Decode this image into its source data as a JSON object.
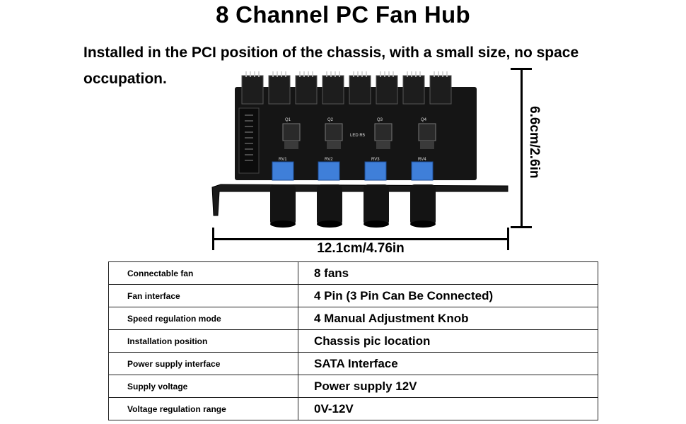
{
  "header": {
    "title": "8 Channel PC Fan Hub",
    "subtitle": "Installed in the PCI position of the chassis, with a small size, no space occupation."
  },
  "dimensions": {
    "width_label": "12.1cm/4.76in",
    "height_label": "6.6cm/2.6in"
  },
  "board": {
    "regulator_labels": [
      "Q1",
      "Q2",
      "Q3",
      "Q4"
    ],
    "pot_labels": [
      "RV1",
      "RV2",
      "RV3",
      "RV4"
    ],
    "led_label": "LED R5"
  },
  "specs": [
    {
      "label": "Connectable fan",
      "value": "8 fans"
    },
    {
      "label": "Fan interface",
      "value": "4 Pin (3 Pin Can Be Connected)"
    },
    {
      "label": "Speed regulation mode",
      "value": "4 Manual Adjustment Knob"
    },
    {
      "label": "Installation position",
      "value": "Chassis pic location"
    },
    {
      "label": "Power supply interface",
      "value": "SATA Interface"
    },
    {
      "label": "Supply voltage",
      "value": "Power supply 12V"
    },
    {
      "label": "Voltage regulation range",
      "value": "0V-12V"
    }
  ]
}
